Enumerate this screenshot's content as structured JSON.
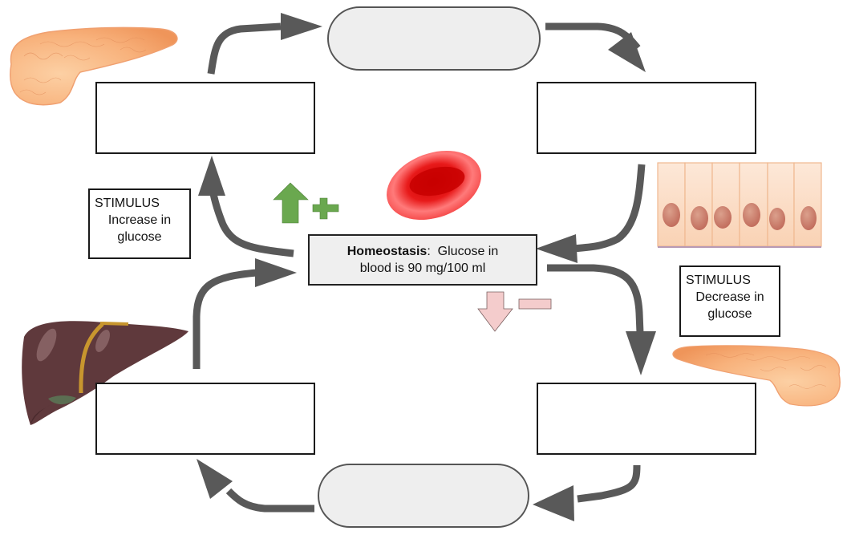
{
  "diagram": {
    "title": "Blood glucose homeostasis feedback loop",
    "center": {
      "label_bold": "Homeostasis",
      "label_rest": ":  Glucose in",
      "line2": "blood is 90 mg/100 ml"
    },
    "stimulus_increase": {
      "line1": "STIMULUS",
      "line2": "Increase in",
      "line3": "glucose"
    },
    "stimulus_decrease": {
      "line1": "STIMULUS",
      "line2": "Decrease in",
      "line3": "glucose"
    },
    "blank_boxes": [
      {
        "id": "top-left",
        "text": ""
      },
      {
        "id": "top-right",
        "text": ""
      },
      {
        "id": "bottom-left",
        "text": ""
      },
      {
        "id": "bottom-right",
        "text": ""
      }
    ],
    "pills": [
      {
        "id": "top",
        "text": ""
      },
      {
        "id": "bottom",
        "text": ""
      }
    ],
    "indicators": {
      "increase": {
        "symbol": "plus",
        "color": "#6aa84f"
      },
      "decrease": {
        "symbol": "minus",
        "color": "#f4cccc"
      }
    },
    "illustrations": [
      "pancreas",
      "red-blood-cell",
      "body-cells",
      "liver",
      "pancreas"
    ],
    "colors": {
      "arrow": "#595959",
      "pill_fill": "#eeeeee",
      "center_fill": "#efefef",
      "green": "#6aa84f",
      "pink": "#f4cccc"
    }
  }
}
